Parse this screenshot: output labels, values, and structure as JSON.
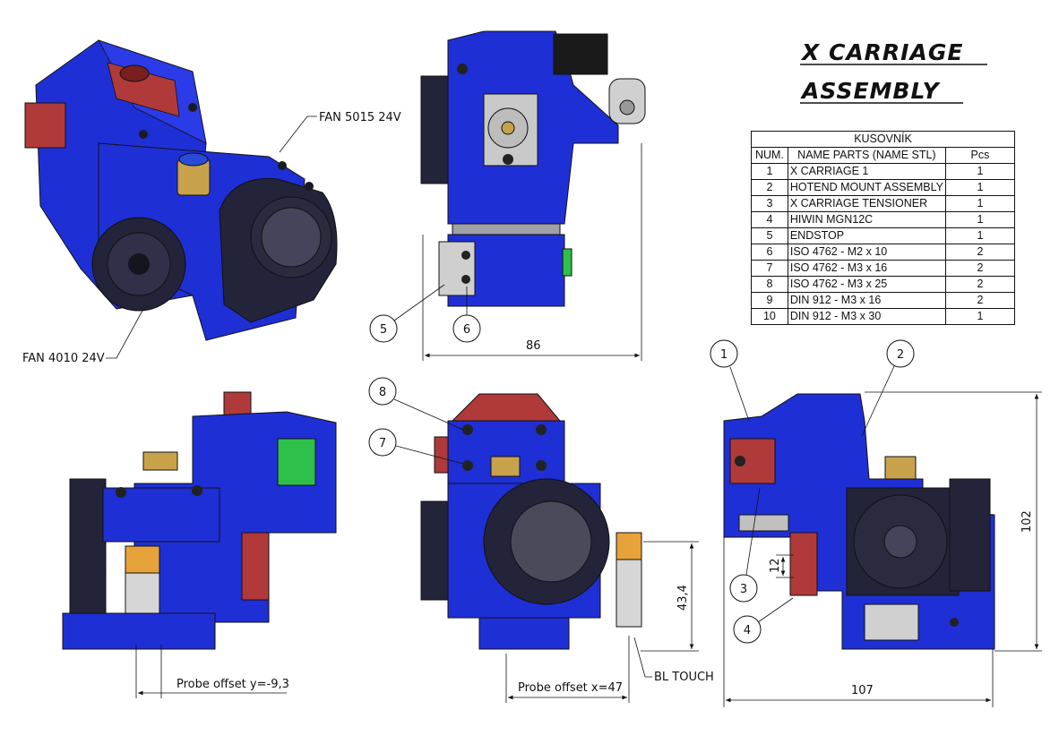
{
  "title": {
    "line1": "X CARRIAGE",
    "line2": "ASSEMBLY"
  },
  "colors": {
    "body": "#1f2fd6",
    "dark": "#23233a",
    "red": "#b03a3a",
    "green": "#2ec04a",
    "brass": "#c8a24a"
  },
  "callouts": {
    "fan_5015": "FAN 5015 24V",
    "fan_4010": "FAN 4010 24V",
    "bl_touch": "BL TOUCH",
    "probe_offset_y": "Probe offset y=-9,3",
    "probe_offset_x": "Probe offset x=47"
  },
  "dimensions": {
    "width_top": "86",
    "width_bottom": "107",
    "height": "102",
    "probe_height": "43,4",
    "rail": "12"
  },
  "balloons": [
    "1",
    "2",
    "3",
    "4",
    "5",
    "6",
    "7",
    "8"
  ],
  "bom": {
    "title": "KUSOVNÍK",
    "headers": [
      "NUM.",
      "NAME PARTS (NAME STL)",
      "Pcs"
    ],
    "rows": [
      {
        "num": "1",
        "name": "X CARRIAGE 1",
        "pcs": "1"
      },
      {
        "num": "2",
        "name": "HOTEND MOUNT ASSEMBLY",
        "pcs": "1"
      },
      {
        "num": "3",
        "name": "X CARRIAGE TENSIONER",
        "pcs": "1"
      },
      {
        "num": "4",
        "name": "HIWIN MGN12C",
        "pcs": "1"
      },
      {
        "num": "5",
        "name": "ENDSTOP",
        "pcs": "1"
      },
      {
        "num": "6",
        "name": "ISO 4762 - M2 x 10",
        "pcs": "2"
      },
      {
        "num": "7",
        "name": "ISO 4762 - M3 x 16",
        "pcs": "2"
      },
      {
        "num": "8",
        "name": "ISO 4762 - M3 x 25",
        "pcs": "2"
      },
      {
        "num": "9",
        "name": "DIN 912 - M3 x 16",
        "pcs": "2"
      },
      {
        "num": "10",
        "name": "DIN 912 - M3 x 30",
        "pcs": "1"
      }
    ]
  }
}
